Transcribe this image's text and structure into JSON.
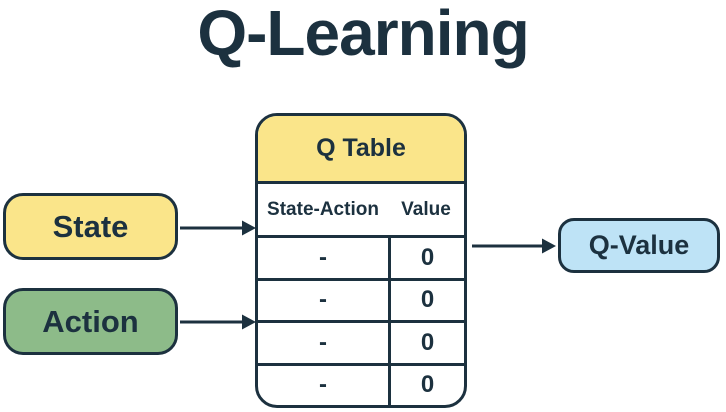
{
  "title": "Q-Learning",
  "colors": {
    "dark": "#1c313f",
    "yellow": "#fae58a",
    "green": "#8dbb89",
    "blue": "#bee3f6"
  },
  "nodes": {
    "state": {
      "label": "State"
    },
    "action": {
      "label": "Action"
    },
    "q_value": {
      "label": "Q-Value"
    }
  },
  "q_table": {
    "title": "Q Table",
    "columns": [
      "State-Action",
      "Value"
    ],
    "rows": [
      {
        "state_action": "-",
        "value": "0"
      },
      {
        "state_action": "-",
        "value": "0"
      },
      {
        "state_action": "-",
        "value": "0"
      },
      {
        "state_action": "-",
        "value": "0"
      }
    ]
  }
}
